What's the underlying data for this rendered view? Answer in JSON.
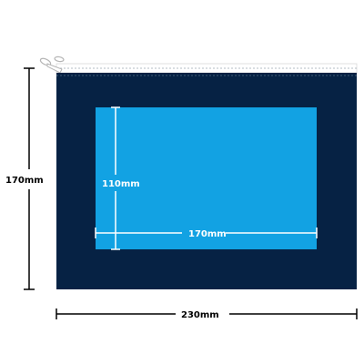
{
  "dimensions": {
    "overall_height": "170mm",
    "overall_width": "230mm",
    "print_height": "110mm",
    "print_width": "170mm"
  },
  "colors": {
    "pouch_body": "#062244",
    "print_area": "#12a2e3",
    "zipper_tape": "#ffffff",
    "stitching": "#7b8fa6",
    "dimension_lines": "#000000",
    "print_area_lines": "#ffffff",
    "zipper_pull": "#ffffff"
  },
  "icons": {
    "zipper_pull": "zipper-pull-icon"
  }
}
